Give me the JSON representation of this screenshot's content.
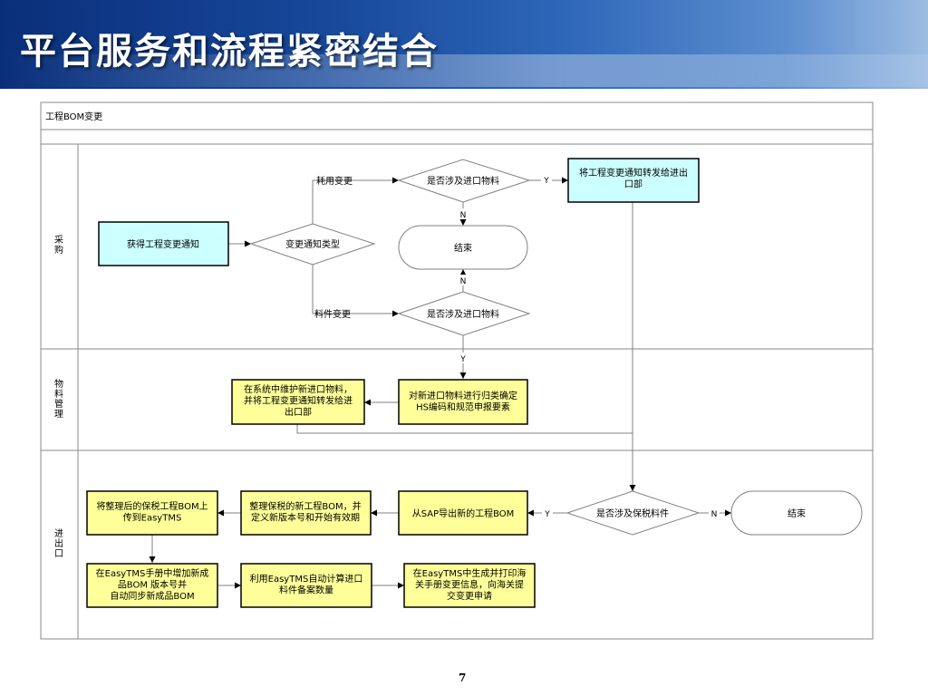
{
  "slide": {
    "title": "平台服务和流程紧密结合",
    "page_number": "7"
  },
  "diagram": {
    "header": "工程BOM变更",
    "lanes": {
      "purchase": "采\n购",
      "material": "物\n料\n管\n理",
      "import_export": "进\n出\n口"
    },
    "nodes": {
      "get_notice": "获得工程变更通知",
      "change_type": "变更通知类型",
      "consumption_change": "耗用变更",
      "part_change": "料件变更",
      "import_q1": "是否涉及进口物料",
      "import_q2": "是否涉及进口物料",
      "forward_dept": "将工程变更通知转发给进出\n口部",
      "end_1": "结束",
      "classify": "对新进口物料进行归类确定\nHS编码和规范申报要素",
      "maintain": "在系统中维护新进口物料，\n并将工程变更通知转发给进\n出口部",
      "bonded_q": "是否涉及保税料件",
      "end_2": "结束",
      "sap_export": "从SAP导出新的工程BOM",
      "organize": "整理保税的新工程BOM，并\n定义新版本号和开始有效期",
      "upload": "将整理后的保税工程BOM上\n传到EasyTMS",
      "add_version": "在EasyTMS手册中增加新成\n品BOM 版本号并\n自动同步新成品BOM",
      "auto_calc": "利用EasyTMS自动计算进口\n料件备案数量",
      "print_submit": "在EasyTMS中生成并打印海\n关手册变更信息，向海关提\n交变更申请"
    },
    "labels": {
      "y1": "Y",
      "n1": "N",
      "n2": "N",
      "y2": "Y",
      "y3": "Y",
      "n3": "N"
    },
    "colors": {
      "cyan_box": "#ccffff",
      "yellow_box": "#ffff99",
      "line": "#808080"
    }
  }
}
